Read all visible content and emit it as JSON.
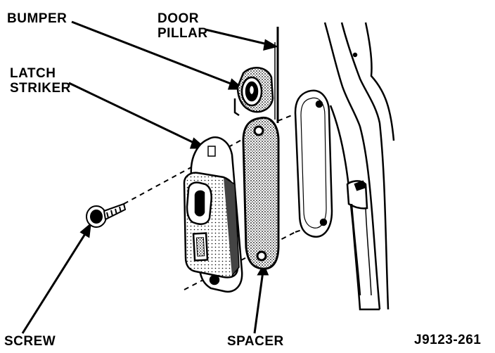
{
  "labels": {
    "bumper": "BUMPER",
    "door_pillar_line1": "DOOR",
    "door_pillar_line2": "PILLAR",
    "latch_striker_line1": "LATCH",
    "latch_striker_line2": "STRIKER",
    "screw": "SCREW",
    "spacer": "SPACER",
    "figure_code": "J9123-261"
  },
  "colors": {
    "ink": "#000000",
    "paper": "#ffffff",
    "shade": "#6e6e6e"
  }
}
